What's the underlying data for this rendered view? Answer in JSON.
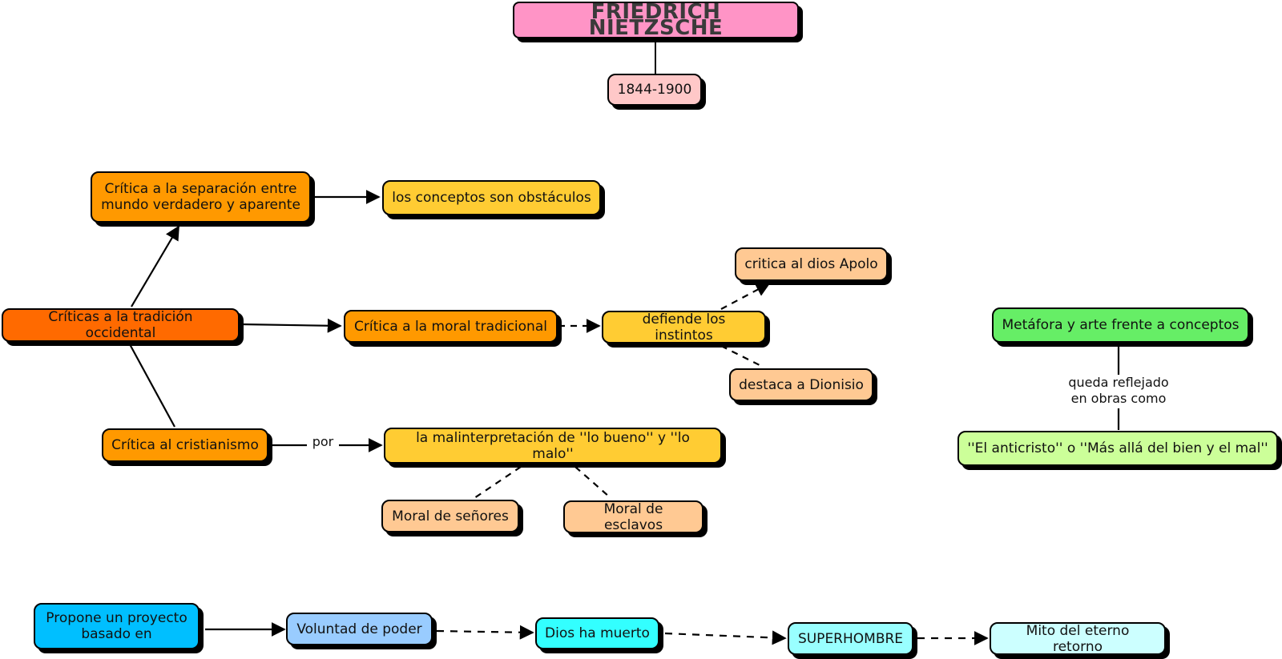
{
  "title": "FRIEDRICH NIETZSCHE",
  "dates": "1844-1900",
  "colors": {
    "title": "#ff94c6",
    "dates": "#ffc8c8",
    "main_critique": "#ff6a00",
    "critique": "#ff9900",
    "concept": "#ffcc33",
    "detail": "#ffc993",
    "metaphor": "#66ee66",
    "works": "#ccff99",
    "project": "#00bfff",
    "will": "#99ccff",
    "god_dead": "#33ffff",
    "superman": "#99ffff",
    "myth": "#ccffff"
  },
  "nodes": {
    "criticas": "Críticas a la tradición occidental",
    "separacion": "Crítica a la separación entre\nmundo verdadero y aparente",
    "conceptos": "los conceptos son obstáculos",
    "moral": "Crítica a la moral tradicional",
    "instintos": "defiende los instintos",
    "apolo": "critica al dios Apolo",
    "dionisio": "destaca a Dionisio",
    "cristianismo": "Crítica al cristianismo",
    "malinterpretacion": "la malinterpretación de ''lo bueno'' y ''lo malo''",
    "senores": "Moral de señores",
    "esclavos": "Moral de esclavos",
    "metafora": "Metáfora y arte frente a conceptos",
    "obras": "''El anticristo'' o ''Más allá del bien y el mal''",
    "propone": "Propone un proyecto\nbasado en",
    "voluntad": "Voluntad de poder",
    "dios": "Dios ha muerto",
    "superhombre": "SUPERHOMBRE",
    "mito": "Mito del eterno retorno"
  },
  "labels": {
    "por": "por",
    "queda": "queda reflejado\nen obras como"
  }
}
